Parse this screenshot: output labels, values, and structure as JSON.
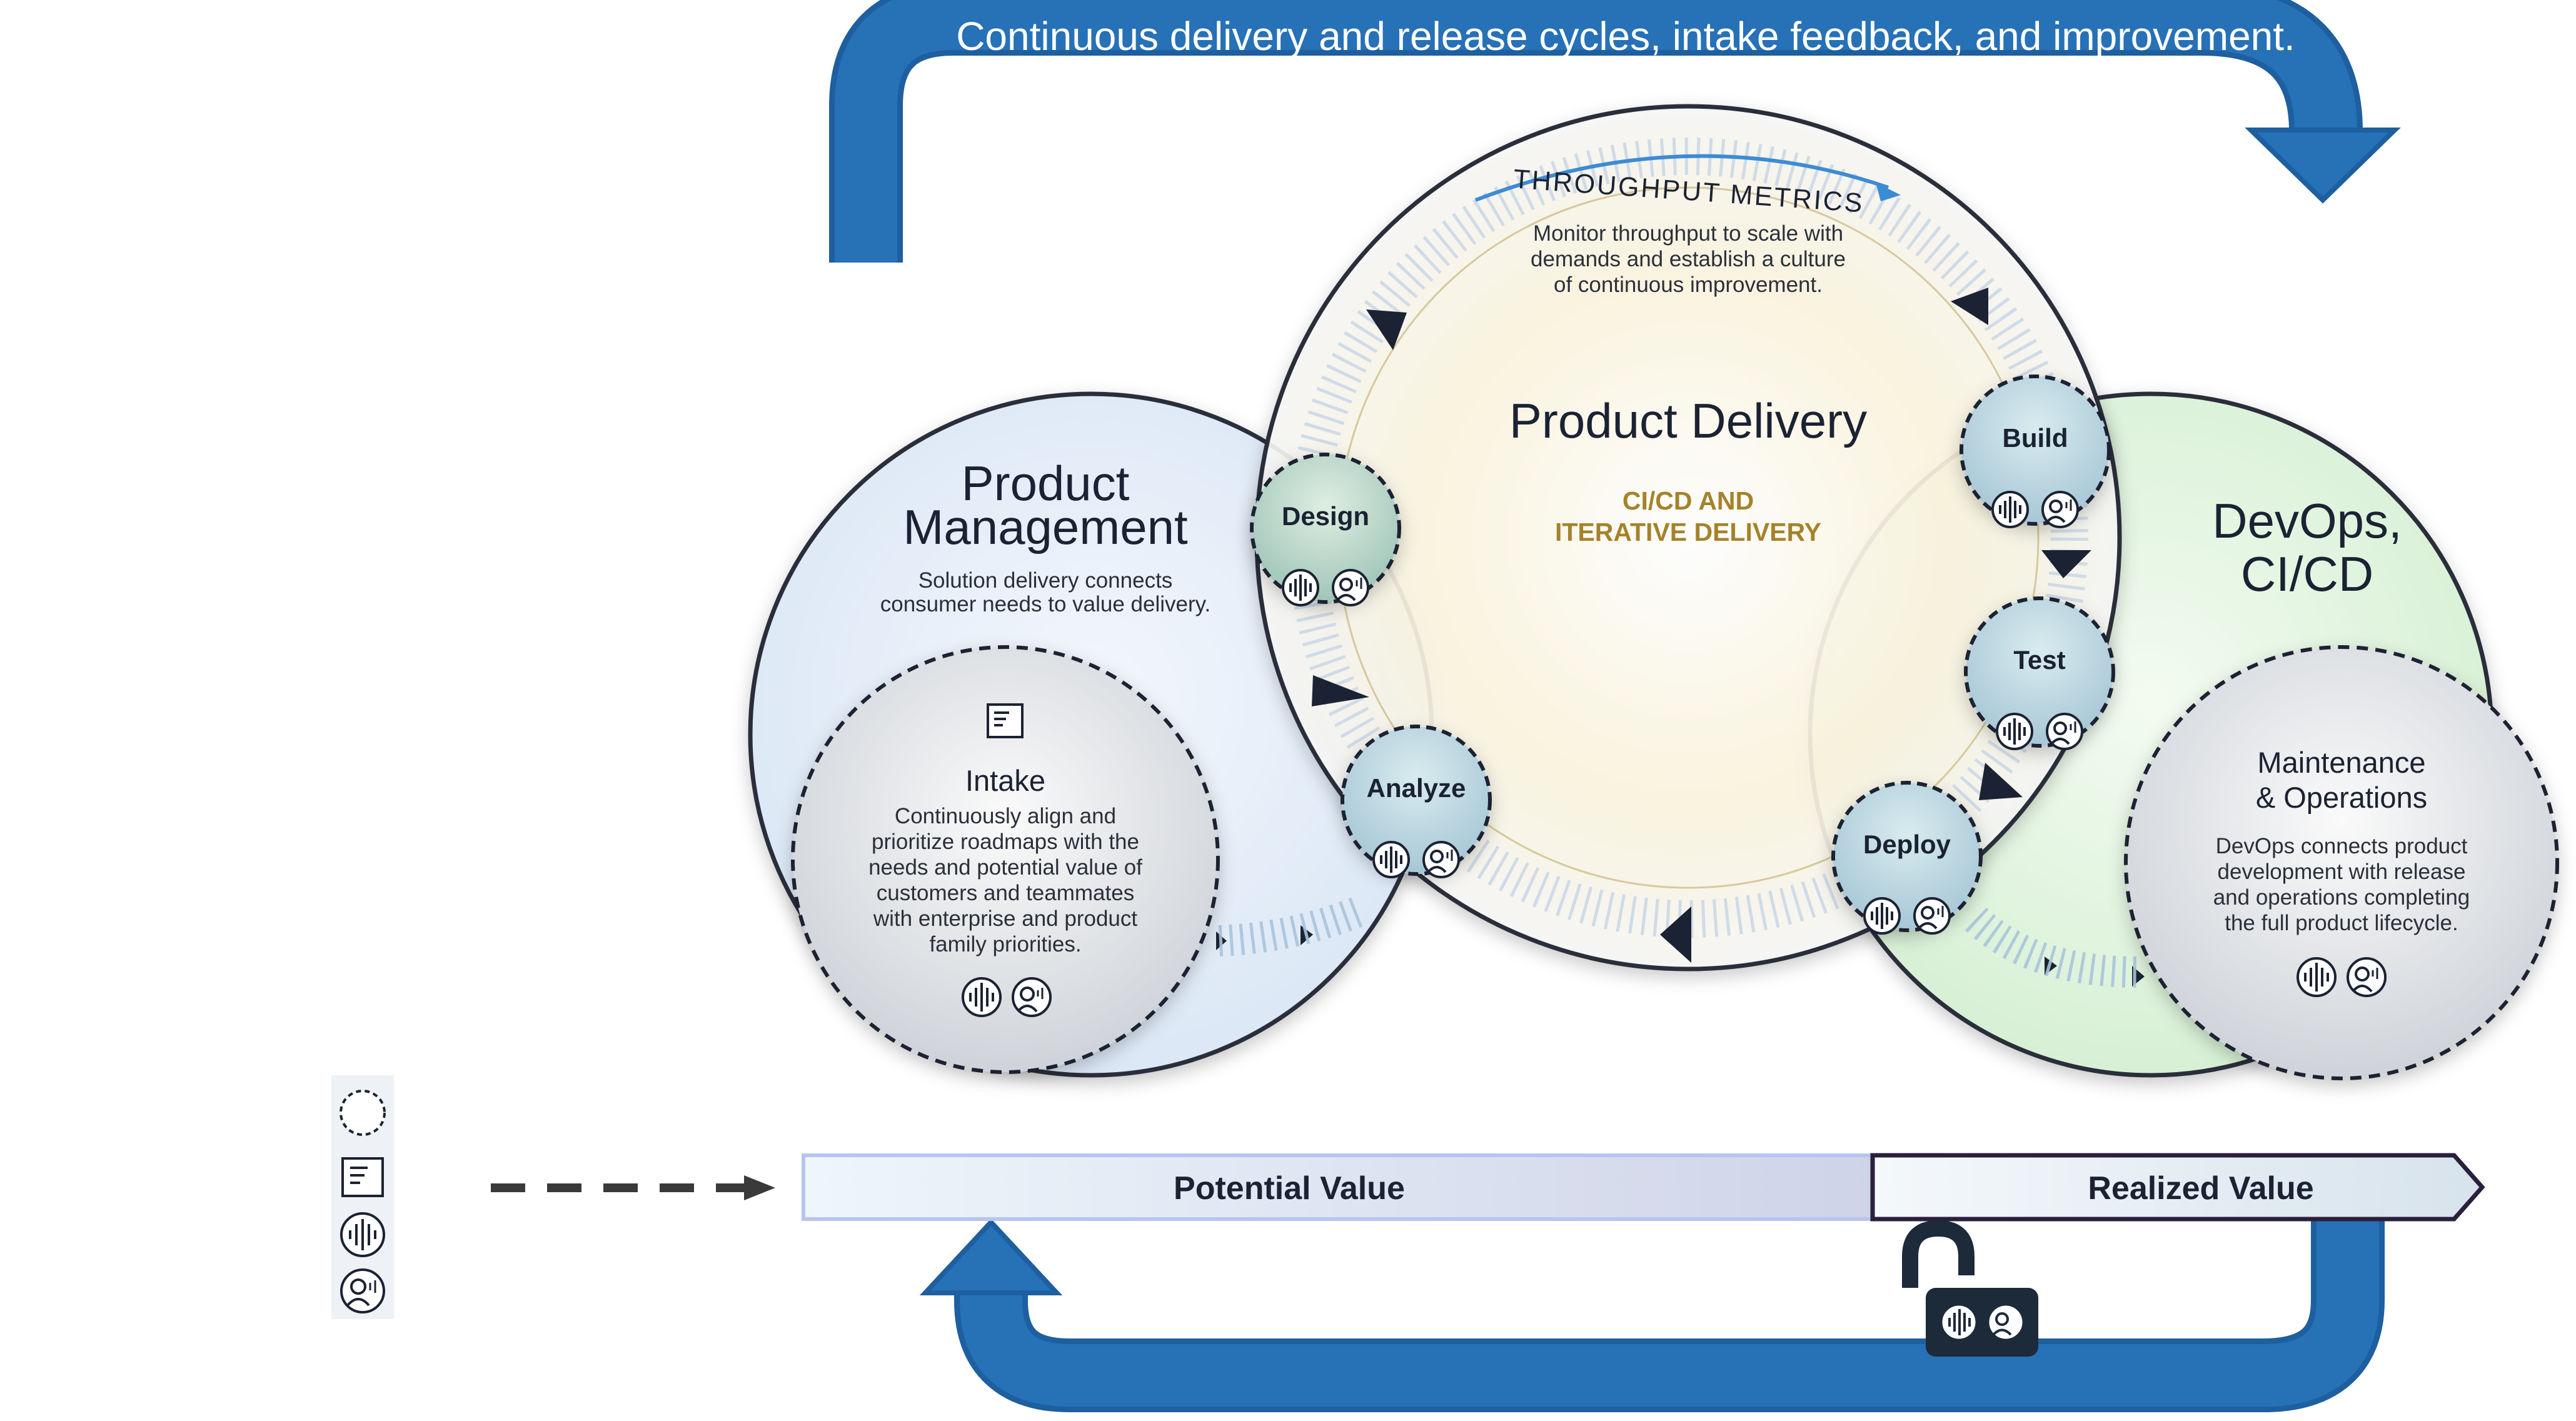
{
  "banner": {
    "top_text": "Continuous delivery and release cycles, intake feedback, and improvement."
  },
  "product_management": {
    "title_line1": "Product",
    "title_line2": "Management",
    "desc_line1": "Solution delivery connects",
    "desc_line2": "consumer needs to value delivery."
  },
  "intake": {
    "title": "Intake",
    "desc": [
      "Continuously align and",
      "prioritize roadmaps with the",
      "needs and potential value of",
      "customers and teammates",
      "with enterprise and product",
      "family priorities."
    ]
  },
  "product_delivery": {
    "metrics_title": "THROUGHPUT METRICS",
    "metrics_desc": [
      "Monitor throughput to scale with",
      "demands and establish a culture",
      "of continuous improvement."
    ],
    "title": "Product Delivery",
    "subtitle_line1": "CI/CD AND",
    "subtitle_line2": "ITERATIVE DELIVERY"
  },
  "devops": {
    "title_line1": "DevOps,",
    "title_line2": "CI/CD"
  },
  "maintenance": {
    "title_line1": "Maintenance",
    "title_line2": "& Operations",
    "desc": [
      "DevOps connects product",
      "development with release",
      "and operations completing",
      "the full product lifecycle."
    ]
  },
  "stages": {
    "design": "Design",
    "analyze": "Analyze",
    "build": "Build",
    "test": "Test",
    "deploy": "Deploy"
  },
  "value_bar": {
    "potential": "Potential Value",
    "realized": "Realized Value"
  },
  "colors": {
    "arrow_blue": "#2771b7",
    "gold": "#a5822a",
    "pm_fill": "#e6eef8",
    "devops_fill": "#e7f5e6",
    "delivery_fill": "#fbf6e4"
  },
  "icons": {
    "legend": [
      "dashed-circle-icon",
      "document-icon",
      "audio-wave-icon",
      "person-voice-icon"
    ],
    "lock": "unlocked-padlock-icon"
  }
}
